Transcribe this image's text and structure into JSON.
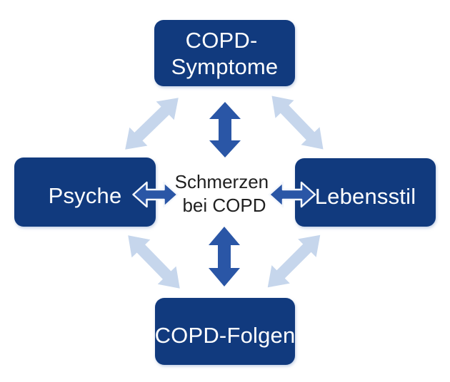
{
  "diagram": {
    "center_label": {
      "line1": "Schmerzen",
      "line2": "bei COPD"
    },
    "nodes": {
      "symptome": {
        "line1": "COPD-",
        "line2": "Symptome"
      },
      "psyche": {
        "label": "Psyche"
      },
      "lebensstil": {
        "label": "Lebensstil"
      },
      "folgen": {
        "label": "COPD-Folgen"
      }
    },
    "colors": {
      "node_fill": "#113A7E",
      "node_text": "#FFFFFF",
      "arrow_primary": "#2A56A6",
      "arrow_secondary": "#C6D6EC",
      "arrow_outline": "#F4F7FC",
      "center_text": "#1F1F1F",
      "background": "#FFFFFF"
    }
  }
}
